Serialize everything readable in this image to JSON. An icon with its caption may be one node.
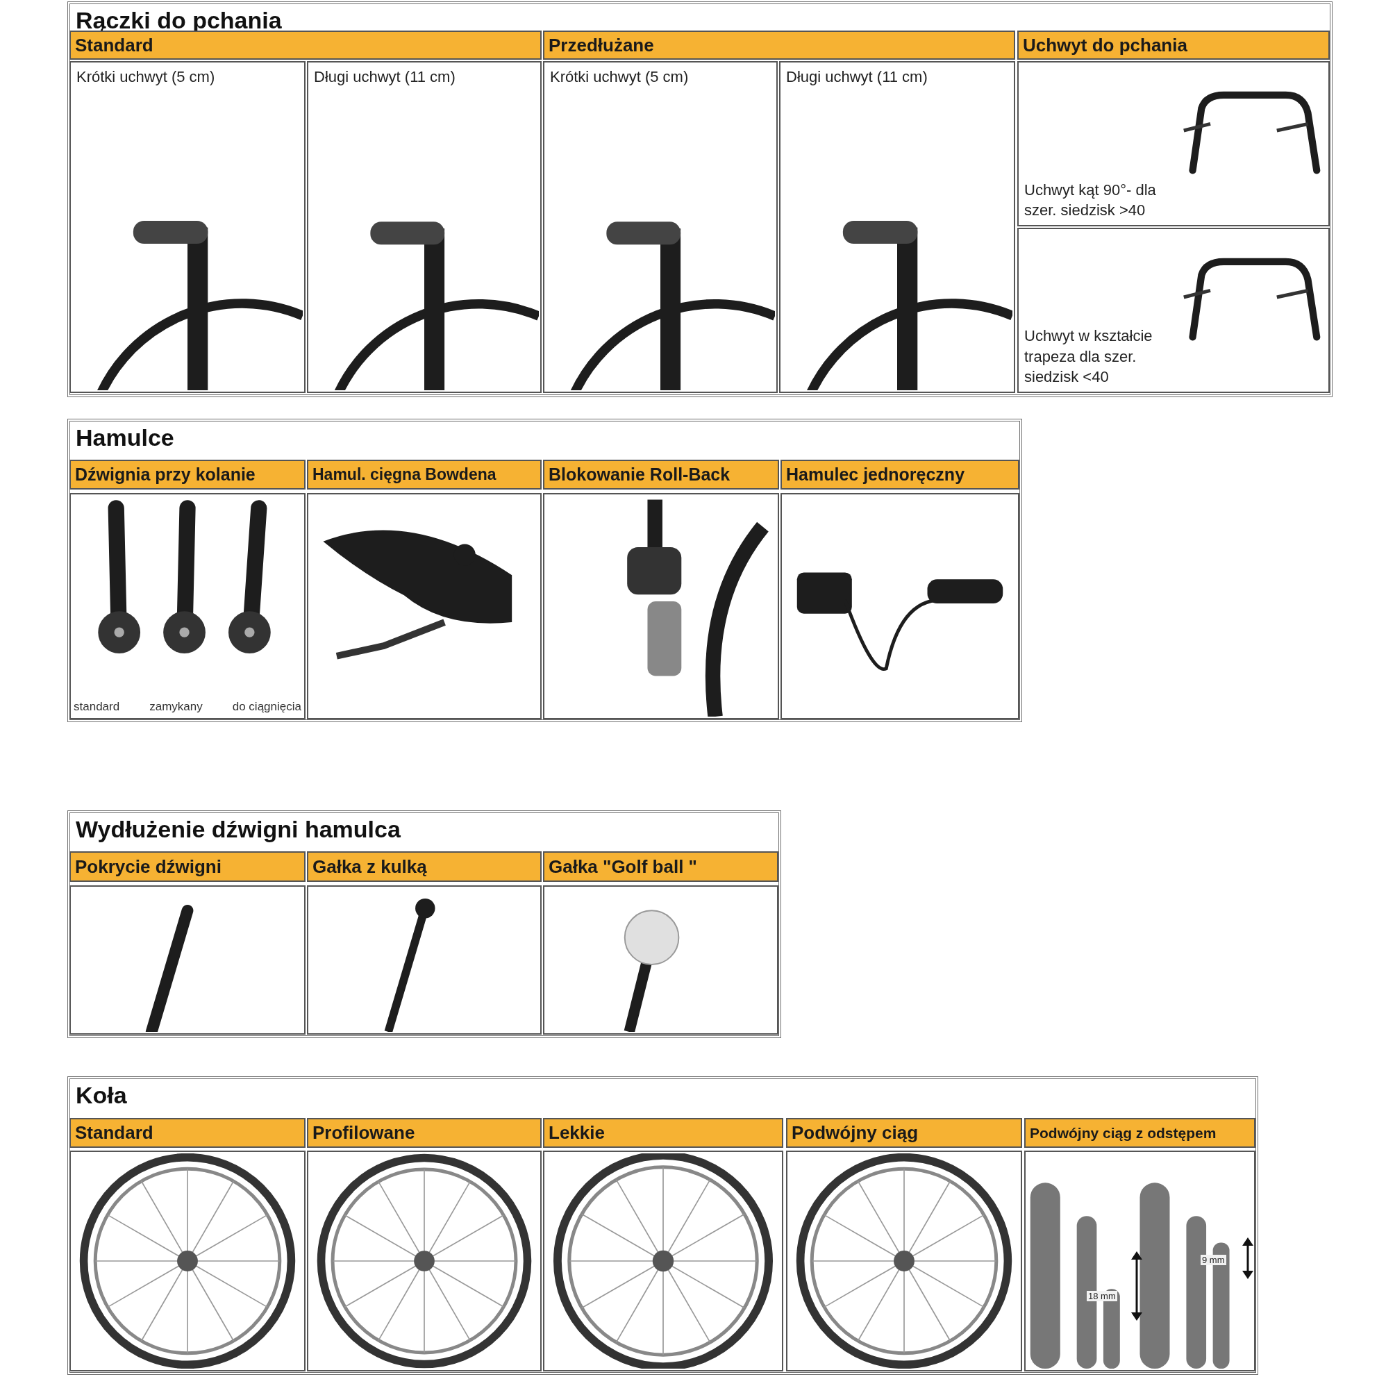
{
  "diagram": {
    "nodes": [
      {
        "text": [
          "Rączki do pchania"
        ]
      },
      {
        "text": [
          "Standard"
        ],
        "in": 0
      },
      {
        "text": [
          "Przedłużane"
        ],
        "in": 0
      },
      {
        "text": [
          "Uchwyt do pchania"
        ],
        "in": 0
      },
      {
        "text": [
          "Krótki uchwyt (5 cm)"
        ],
        "in": 0
      },
      {
        "text": [
          "Długi uchwyt (11 cm)"
        ],
        "in": 0
      },
      {
        "text": [
          "Krótki uchwyt (5 cm)"
        ],
        "in": 0
      },
      {
        "text": [
          "Długi uchwyt (11 cm)"
        ],
        "in": 0
      },
      {
        "text": [
          "Uchwyt kąt 90°- dla szer. siedzisk >40"
        ],
        "in": 0
      },
      {
        "text": [
          "Uchwyt w kształcie trapeza dla szer. siedzisk <40"
        ],
        "in": 0
      },
      {
        "text": [
          "Hamulce"
        ]
      },
      {
        "text": [
          "Dźwignia przy kolanie"
        ],
        "in": 10
      },
      {
        "text": [
          "Hamul. cięgna Bowdena"
        ],
        "in": 10
      },
      {
        "text": [
          "Blokowanie Roll-Back"
        ],
        "in": 10
      },
      {
        "text": [
          "Hamulec jednoręczny"
        ],
        "in": 10
      },
      {
        "text": [
          "standard",
          "zamykany",
          "do ciągnięcia"
        ],
        "in": 10
      },
      {
        "text": [],
        "shape": "picture",
        "in": 10
      },
      {
        "text": [],
        "shape": "picture",
        "in": 10
      },
      {
        "text": [],
        "shape": "picture",
        "in": 10
      },
      {
        "text": [
          "Wydłużenie dźwigni hamulca"
        ]
      },
      {
        "text": [
          "Pokrycie dźwigni"
        ],
        "in": 19
      },
      {
        "text": [
          "Gałka z kulką"
        ],
        "in": 19
      },
      {
        "text": [
          "Gałka \"Golf ball \""
        ],
        "in": 19
      },
      {
        "text": [],
        "shape": "picture",
        "in": 19
      },
      {
        "text": [],
        "shape": "picture",
        "in": 19
      },
      {
        "text": [],
        "shape": "picture",
        "in": 19
      },
      {
        "text": [
          "Koła"
        ]
      },
      {
        "text": [
          "Standard"
        ],
        "in": 26
      },
      {
        "text": [
          "Profilowane"
        ],
        "in": 26
      },
      {
        "text": [
          "Lekkie"
        ],
        "in": 26
      },
      {
        "text": [
          "Podwójny ciąg"
        ],
        "in": 26
      },
      {
        "text": [
          "Podwójny ciąg z odstępem"
        ],
        "in": 26
      },
      {
        "text": [],
        "shape": "picture",
        "in": 26
      },
      {
        "text": [],
        "shape": "picture",
        "in": 26
      },
      {
        "text": [],
        "shape": "picture",
        "in": 26
      },
      {
        "text": [],
        "shape": "picture",
        "in": 26
      },
      {
        "text": [],
        "shape": "picture",
        "in": 26
      }
    ],
    "labels": [
      "18 mm",
      "9 mm"
    ]
  }
}
